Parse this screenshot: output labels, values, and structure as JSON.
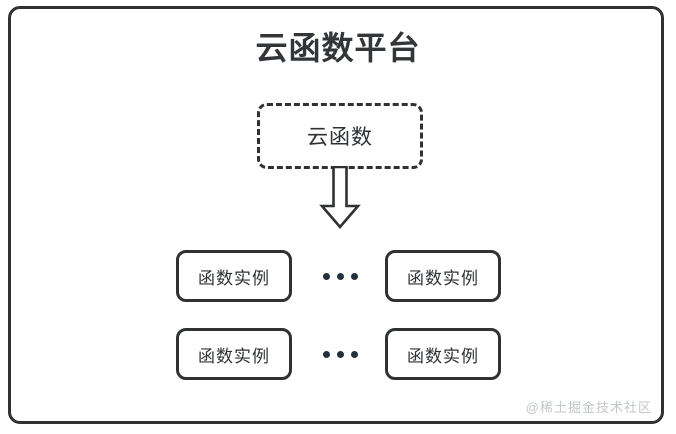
{
  "diagram": {
    "title": "云函数平台",
    "cloud_function": {
      "label": "云函数",
      "border_style": "dashed"
    },
    "arrow": {
      "name": "down-block-arrow",
      "direction": "down"
    },
    "instance_rows": [
      {
        "left_box": "函数实例",
        "ellipsis": "•••",
        "right_box": "函数实例"
      },
      {
        "left_box": "函数实例",
        "ellipsis": "•••",
        "right_box": "函数实例"
      }
    ],
    "watermark": "@稀土掘金技术社区",
    "colors": {
      "stroke": "#2f3133",
      "title_text": "#333538",
      "node_text": "#2f3133",
      "background": "#ffffff",
      "watermark_text": "#c3c6ca",
      "dot": "#24303c"
    }
  }
}
